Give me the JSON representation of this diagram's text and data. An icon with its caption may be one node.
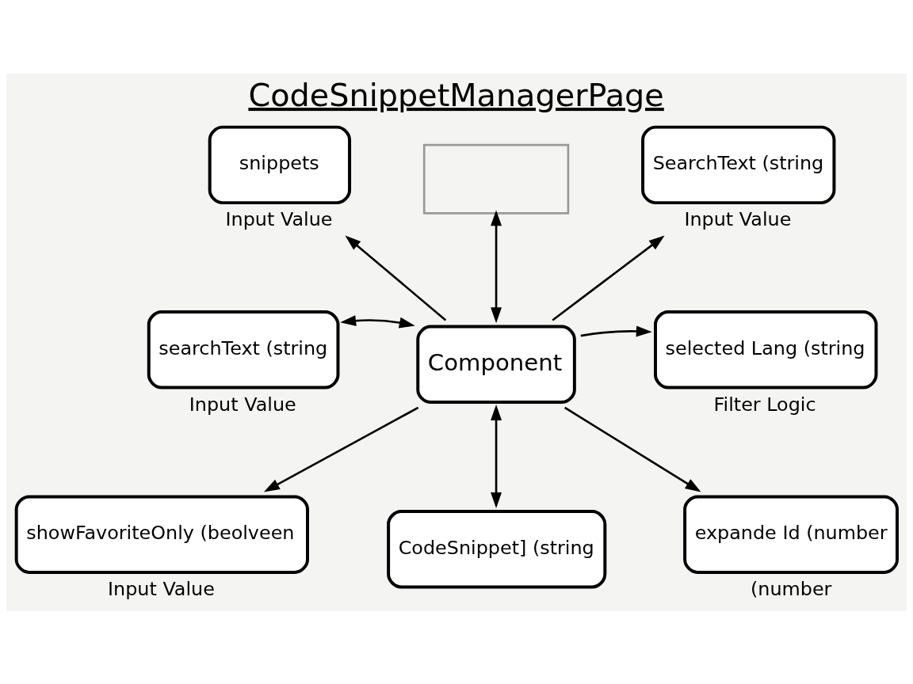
{
  "diagram": {
    "title": "CodeSnippetManagerPage",
    "nodes": [
      {
        "text": [
          "snippets"
        ],
        "beside": [
          "Input Value"
        ]
      },
      {
        "text": [],
        "shape": "box"
      },
      {
        "text": [
          "SearchText (string"
        ],
        "beside": [
          "Input Value"
        ]
      },
      {
        "text": [
          "searchText (string"
        ],
        "beside": [
          "Input Value"
        ]
      },
      {
        "text": [
          "Component"
        ]
      },
      {
        "text": [
          "selected Lang (string"
        ],
        "beside": [
          "Filter Logic"
        ]
      },
      {
        "text": [
          "showFavoriteOnly (beolveen"
        ],
        "beside": [
          "Input Value"
        ]
      },
      {
        "text": [
          "CodeSnippet] (string"
        ]
      },
      {
        "text": [
          "expande Id (number"
        ],
        "beside": [
          "(number"
        ]
      }
    ],
    "edges": [
      {
        "from": 4,
        "to": 0,
        "arrow": "to"
      },
      {
        "from": 4,
        "to": 1,
        "arrow": "both"
      },
      {
        "from": 4,
        "to": 2,
        "arrow": "to"
      },
      {
        "from": 4,
        "to": 3,
        "arrow": "both"
      },
      {
        "from": 4,
        "to": 5,
        "arrow": "to"
      },
      {
        "from": 4,
        "to": 6,
        "arrow": "to"
      },
      {
        "from": 4,
        "to": 7,
        "arrow": "both"
      },
      {
        "from": 4,
        "to": 8,
        "arrow": "to"
      }
    ]
  }
}
